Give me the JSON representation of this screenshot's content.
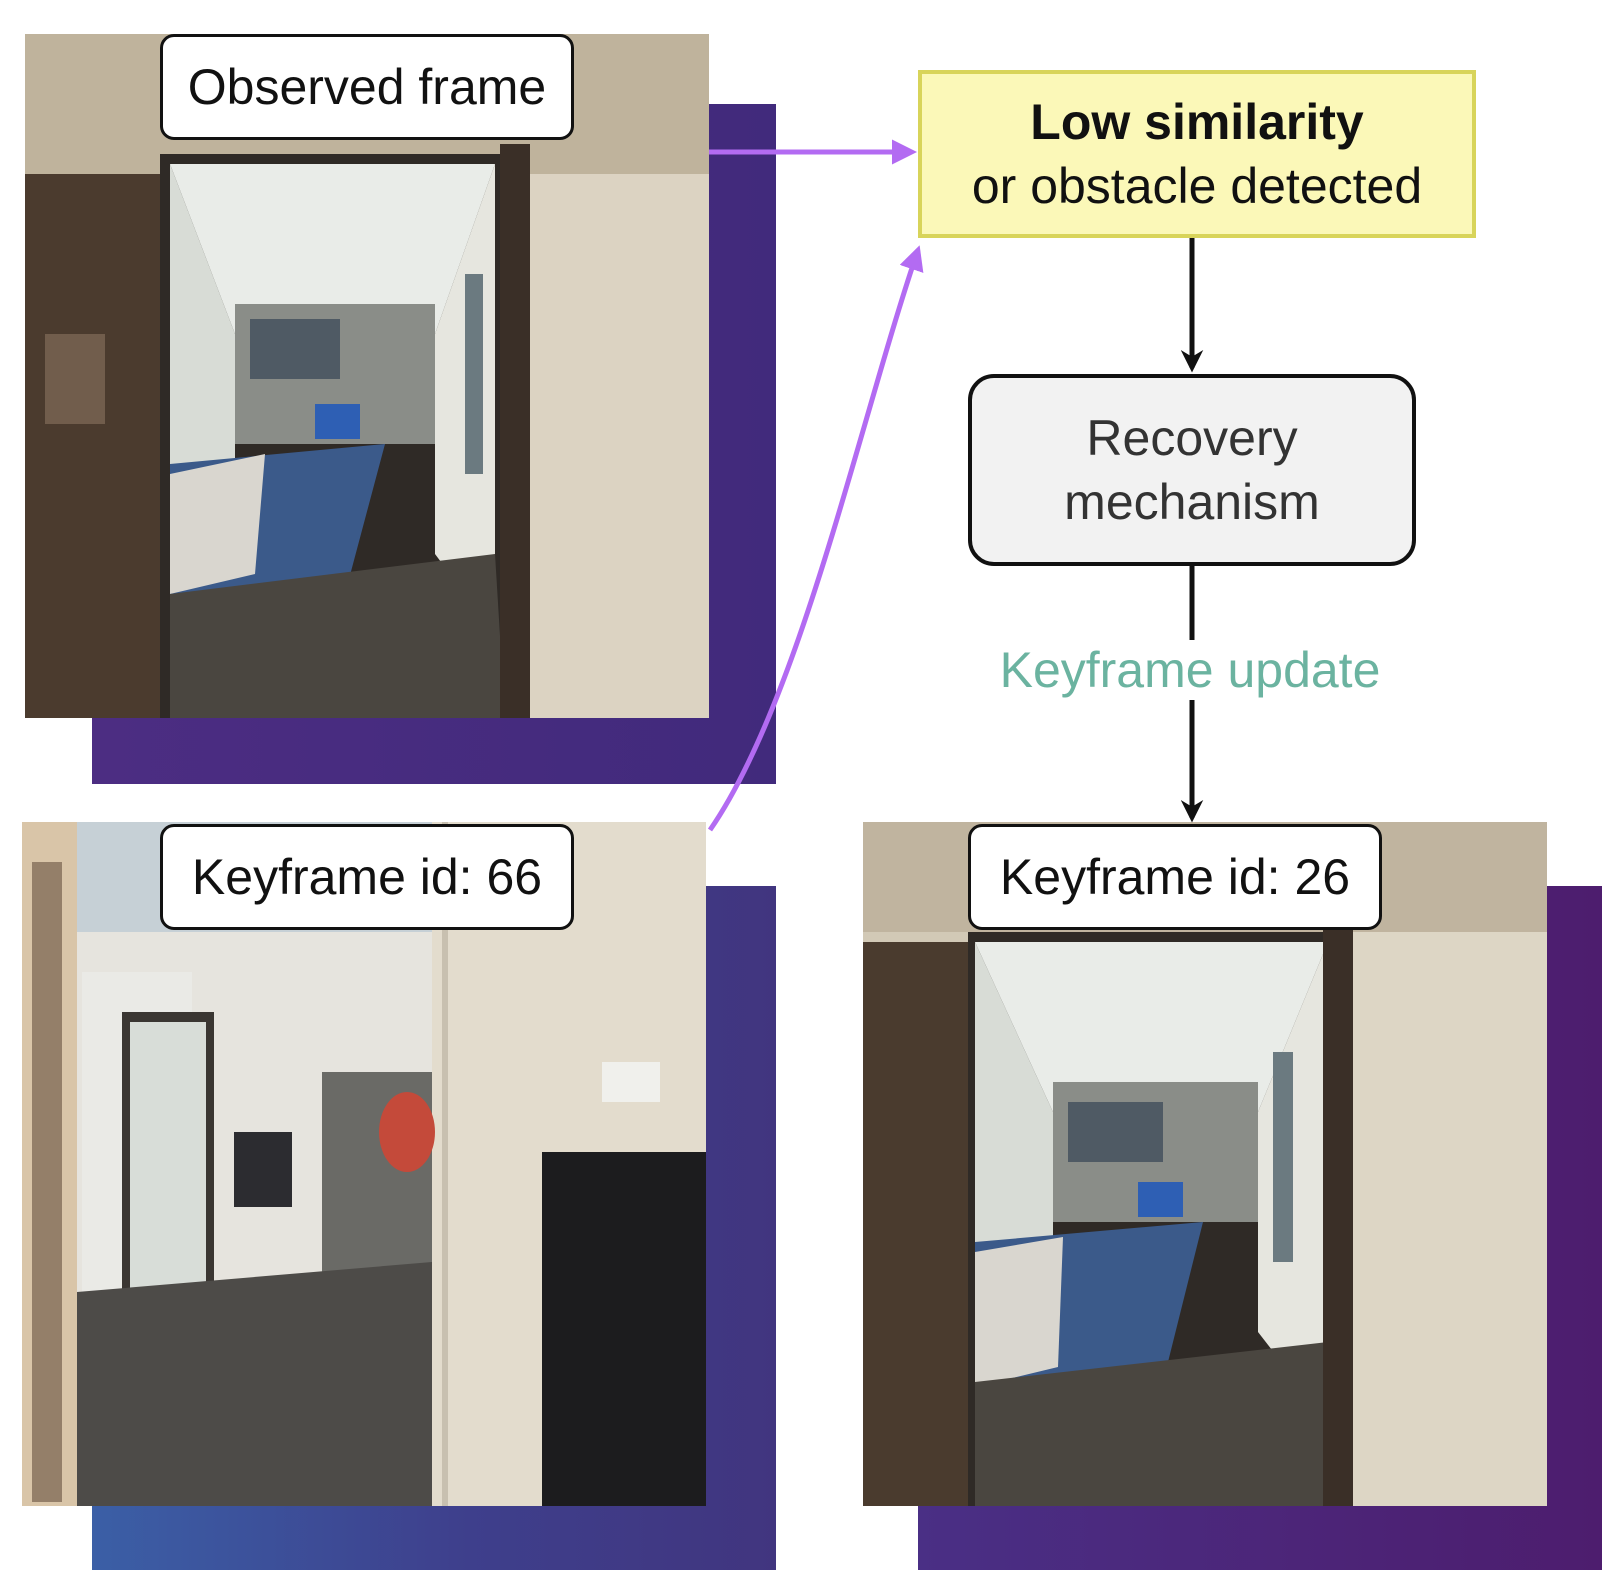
{
  "colors": {
    "panel_purple": "#4a2d80",
    "accent_arrow": "#b36bf2",
    "decision_fill": "#fbf8b8",
    "decision_border": "#d8d45a",
    "recovery_fill": "#f2f2f2",
    "update_text": "#6bb3a0"
  },
  "panels": {
    "observed": {
      "label": "Observed frame"
    },
    "keyframe_a": {
      "label": "Keyframe id: 66"
    },
    "keyframe_b": {
      "label": "Keyframe id: 26"
    }
  },
  "decision": {
    "line1": "Low similarity",
    "line2": "or obstacle detected"
  },
  "recovery": {
    "line1": "Recovery",
    "line2": "mechanism"
  },
  "edge_label": "Keyframe update"
}
